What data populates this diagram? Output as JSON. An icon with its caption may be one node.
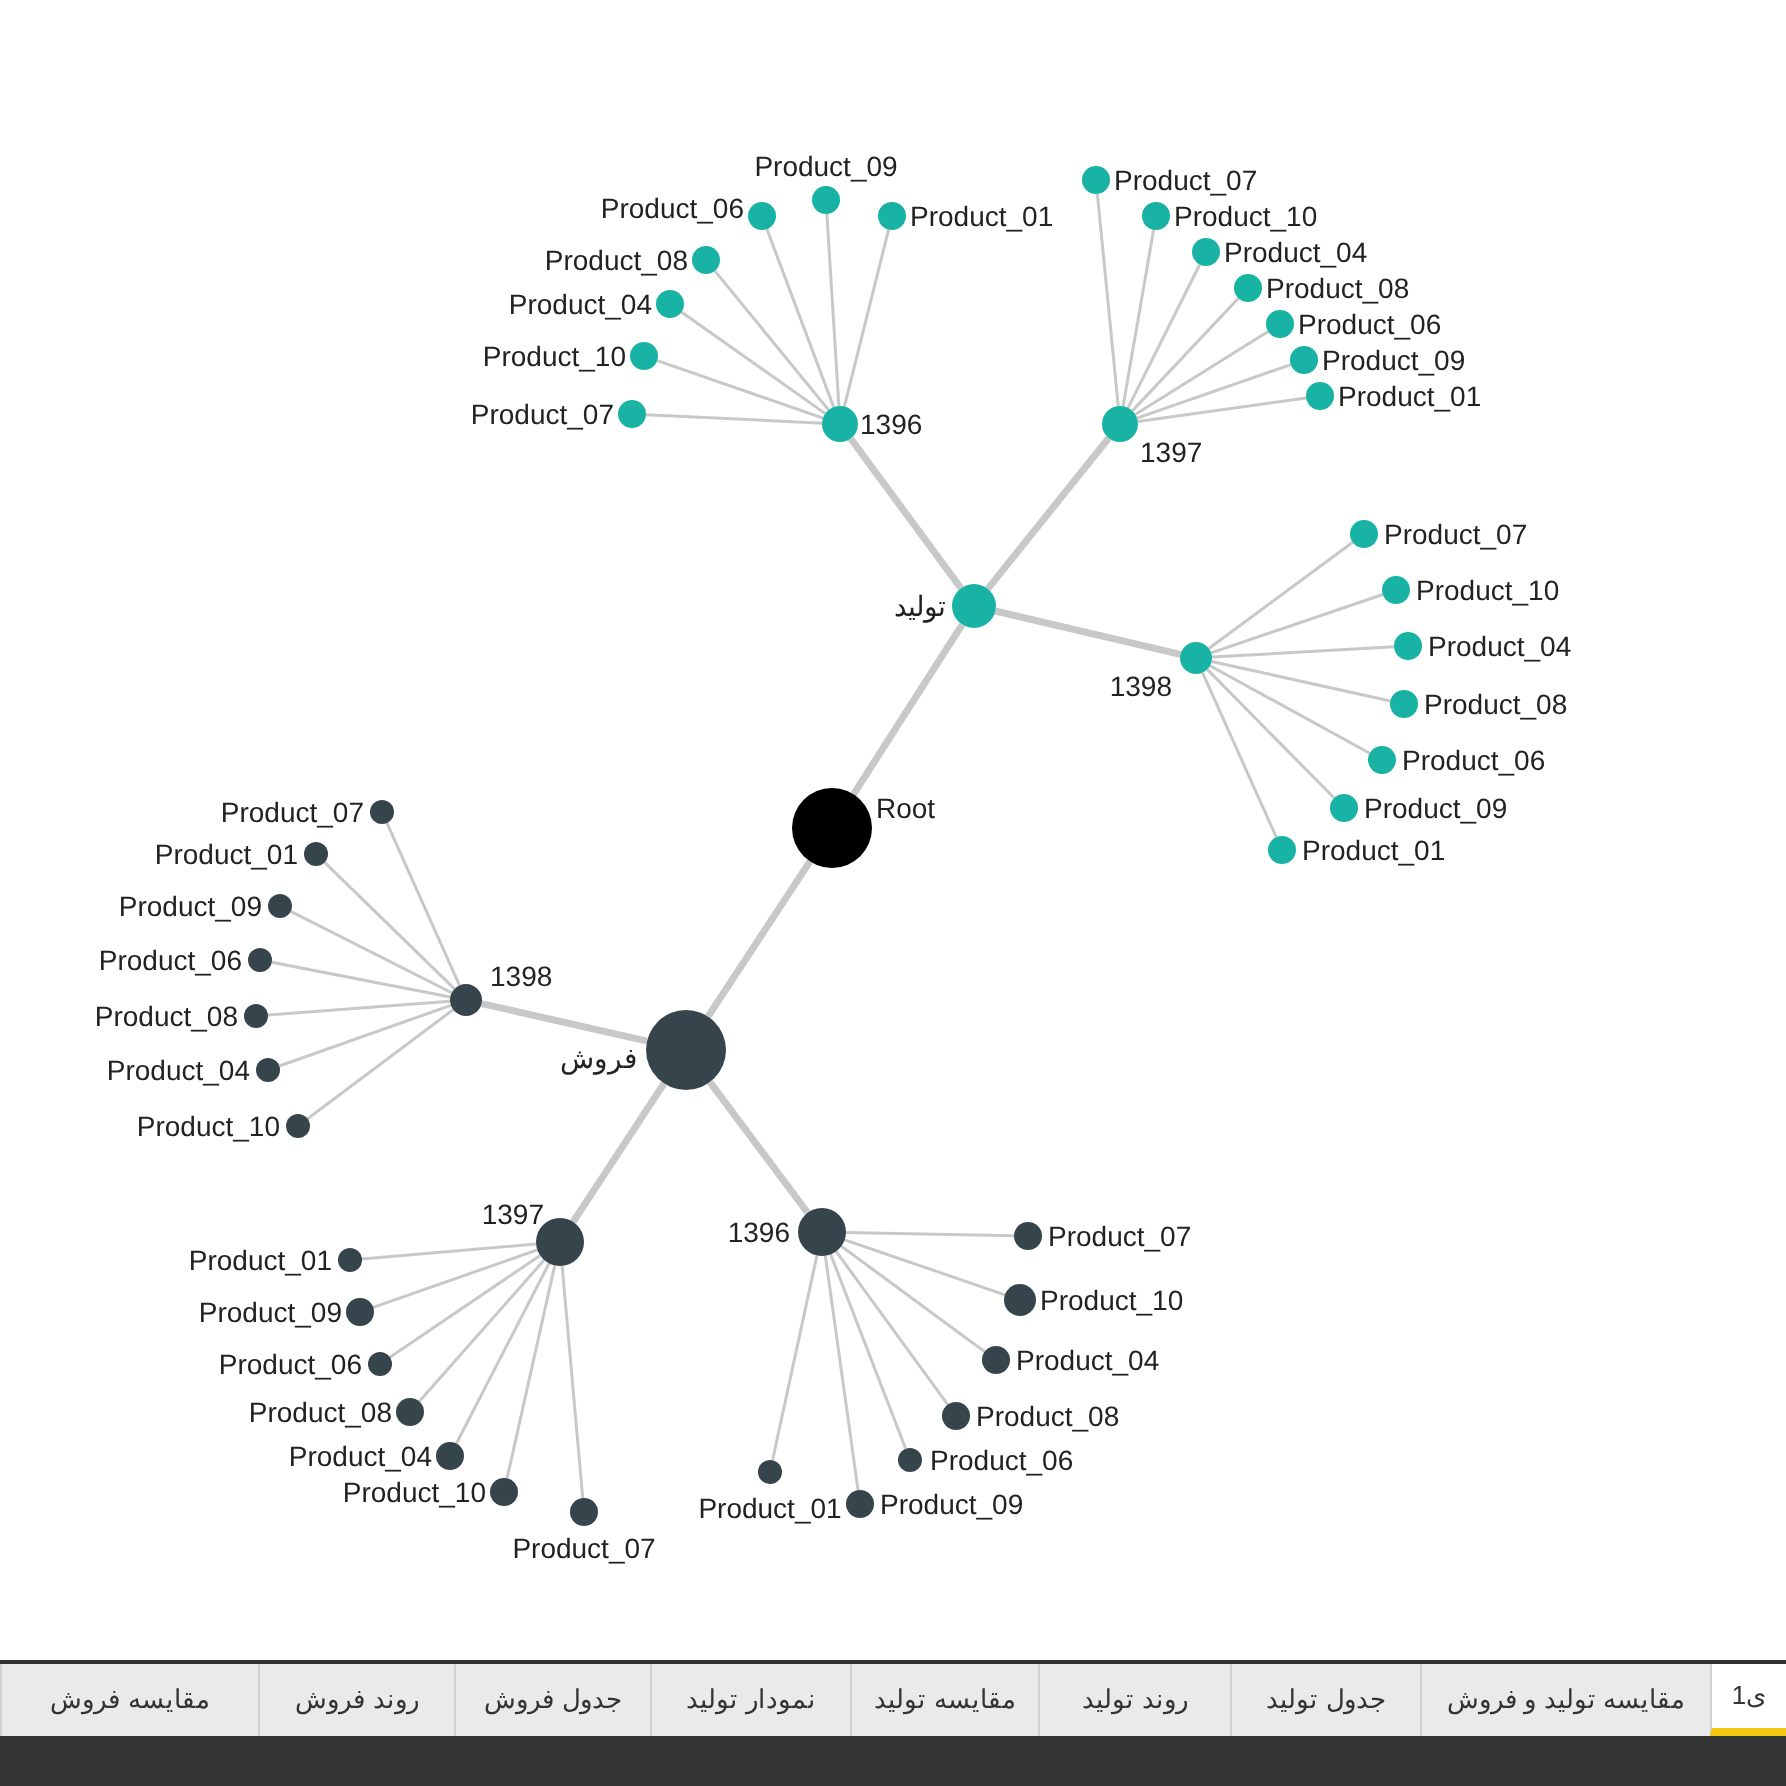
{
  "diagram": {
    "nodes": [
      {
        "text": [],
        "shape": "circle",
        "beside": [
          "Root"
        ]
      },
      {
        "text": [],
        "shape": "circle",
        "beside": [
          "تولید"
        ]
      },
      {
        "text": [],
        "shape": "circle",
        "beside": [
          "1396"
        ]
      },
      {
        "text": [],
        "shape": "circle",
        "beside": [
          "Product_07"
        ]
      },
      {
        "text": [],
        "shape": "circle",
        "beside": [
          "Product_10"
        ]
      },
      {
        "text": [],
        "shape": "circle",
        "beside": [
          "Product_04"
        ]
      },
      {
        "text": [],
        "shape": "circle",
        "beside": [
          "Product_08"
        ]
      },
      {
        "text": [],
        "shape": "circle",
        "beside": [
          "Product_06"
        ]
      },
      {
        "text": [],
        "shape": "circle",
        "beside": [
          "Product_09"
        ]
      },
      {
        "text": [],
        "shape": "circle",
        "beside": [
          "Product_01"
        ]
      },
      {
        "text": [],
        "shape": "circle",
        "beside": [
          "1397"
        ]
      },
      {
        "text": [],
        "shape": "circle",
        "beside": [
          "Product_07"
        ]
      },
      {
        "text": [],
        "shape": "circle",
        "beside": [
          "Product_10"
        ]
      },
      {
        "text": [],
        "shape": "circle",
        "beside": [
          "Product_04"
        ]
      },
      {
        "text": [],
        "shape": "circle",
        "beside": [
          "Product_08"
        ]
      },
      {
        "text": [],
        "shape": "circle",
        "beside": [
          "Product_06"
        ]
      },
      {
        "text": [],
        "shape": "circle",
        "beside": [
          "Product_09"
        ]
      },
      {
        "text": [],
        "shape": "circle",
        "beside": [
          "Product_01"
        ]
      },
      {
        "text": [],
        "shape": "circle",
        "beside": [
          "1398"
        ]
      },
      {
        "text": [],
        "shape": "circle",
        "beside": [
          "Product_07"
        ]
      },
      {
        "text": [],
        "shape": "circle",
        "beside": [
          "Product_10"
        ]
      },
      {
        "text": [],
        "shape": "circle",
        "beside": [
          "Product_04"
        ]
      },
      {
        "text": [],
        "shape": "circle",
        "beside": [
          "Product_08"
        ]
      },
      {
        "text": [],
        "shape": "circle",
        "beside": [
          "Product_06"
        ]
      },
      {
        "text": [],
        "shape": "circle",
        "beside": [
          "Product_09"
        ]
      },
      {
        "text": [],
        "shape": "circle",
        "beside": [
          "Product_01"
        ]
      },
      {
        "text": [],
        "shape": "circle",
        "beside": [
          "فروش"
        ]
      },
      {
        "text": [],
        "shape": "circle",
        "beside": [
          "1398"
        ]
      },
      {
        "text": [],
        "shape": "circle",
        "beside": [
          "Product_07"
        ]
      },
      {
        "text": [],
        "shape": "circle",
        "beside": [
          "Product_01"
        ]
      },
      {
        "text": [],
        "shape": "circle",
        "beside": [
          "Product_09"
        ]
      },
      {
        "text": [],
        "shape": "circle",
        "beside": [
          "Product_06"
        ]
      },
      {
        "text": [],
        "shape": "circle",
        "beside": [
          "Product_08"
        ]
      },
      {
        "text": [],
        "shape": "circle",
        "beside": [
          "Product_04"
        ]
      },
      {
        "text": [],
        "shape": "circle",
        "beside": [
          "Product_10"
        ]
      },
      {
        "text": [],
        "shape": "circle",
        "beside": [
          "1397"
        ]
      },
      {
        "text": [],
        "shape": "circle",
        "beside": [
          "Product_01"
        ]
      },
      {
        "text": [],
        "shape": "circle",
        "beside": [
          "Product_09"
        ]
      },
      {
        "text": [],
        "shape": "circle",
        "beside": [
          "Product_06"
        ]
      },
      {
        "text": [],
        "shape": "circle",
        "beside": [
          "Product_08"
        ]
      },
      {
        "text": [],
        "shape": "circle",
        "beside": [
          "Product_04"
        ]
      },
      {
        "text": [],
        "shape": "circle",
        "beside": [
          "Product_10"
        ]
      },
      {
        "text": [],
        "shape": "circle",
        "beside": [
          "Product_07"
        ]
      },
      {
        "text": [],
        "shape": "circle",
        "beside": [
          "1396"
        ]
      },
      {
        "text": [],
        "shape": "circle",
        "beside": [
          "Product_07"
        ]
      },
      {
        "text": [],
        "shape": "circle",
        "beside": [
          "Product_10"
        ]
      },
      {
        "text": [],
        "shape": "circle",
        "beside": [
          "Product_04"
        ]
      },
      {
        "text": [],
        "shape": "circle",
        "beside": [
          "Product_08"
        ]
      },
      {
        "text": [],
        "shape": "circle",
        "beside": [
          "Product_06"
        ]
      },
      {
        "text": [],
        "shape": "circle",
        "beside": [
          "Product_09"
        ]
      },
      {
        "text": [],
        "shape": "circle",
        "beside": [
          "Product_01"
        ]
      }
    ],
    "edges": [
      {
        "from": 0,
        "to": 1,
        "arrow": "none",
        "style": "thick"
      },
      {
        "from": 1,
        "to": 2,
        "arrow": "none",
        "style": "thick"
      },
      {
        "from": 2,
        "to": 3,
        "arrow": "none"
      },
      {
        "from": 2,
        "to": 4,
        "arrow": "none"
      },
      {
        "from": 2,
        "to": 5,
        "arrow": "none"
      },
      {
        "from": 2,
        "to": 6,
        "arrow": "none"
      },
      {
        "from": 2,
        "to": 7,
        "arrow": "none"
      },
      {
        "from": 2,
        "to": 8,
        "arrow": "none"
      },
      {
        "from": 2,
        "to": 9,
        "arrow": "none"
      },
      {
        "from": 1,
        "to": 10,
        "arrow": "none",
        "style": "thick"
      },
      {
        "from": 10,
        "to": 11,
        "arrow": "none"
      },
      {
        "from": 10,
        "to": 12,
        "arrow": "none"
      },
      {
        "from": 10,
        "to": 13,
        "arrow": "none"
      },
      {
        "from": 10,
        "to": 14,
        "arrow": "none"
      },
      {
        "from": 10,
        "to": 15,
        "arrow": "none"
      },
      {
        "from": 10,
        "to": 16,
        "arrow": "none"
      },
      {
        "from": 10,
        "to": 17,
        "arrow": "none"
      },
      {
        "from": 1,
        "to": 18,
        "arrow": "none",
        "style": "thick"
      },
      {
        "from": 18,
        "to": 19,
        "arrow": "none"
      },
      {
        "from": 18,
        "to": 20,
        "arrow": "none"
      },
      {
        "from": 18,
        "to": 21,
        "arrow": "none"
      },
      {
        "from": 18,
        "to": 22,
        "arrow": "none"
      },
      {
        "from": 18,
        "to": 23,
        "arrow": "none"
      },
      {
        "from": 18,
        "to": 24,
        "arrow": "none"
      },
      {
        "from": 18,
        "to": 25,
        "arrow": "none"
      },
      {
        "from": 0,
        "to": 26,
        "arrow": "none",
        "style": "thick"
      },
      {
        "from": 26,
        "to": 27,
        "arrow": "none",
        "style": "thick"
      },
      {
        "from": 27,
        "to": 28,
        "arrow": "none"
      },
      {
        "from": 27,
        "to": 29,
        "arrow": "none"
      },
      {
        "from": 27,
        "to": 30,
        "arrow": "none"
      },
      {
        "from": 27,
        "to": 31,
        "arrow": "none"
      },
      {
        "from": 27,
        "to": 32,
        "arrow": "none"
      },
      {
        "from": 27,
        "to": 33,
        "arrow": "none"
      },
      {
        "from": 27,
        "to": 34,
        "arrow": "none"
      },
      {
        "from": 26,
        "to": 35,
        "arrow": "none",
        "style": "thick"
      },
      {
        "from": 35,
        "to": 36,
        "arrow": "none"
      },
      {
        "from": 35,
        "to": 37,
        "arrow": "none"
      },
      {
        "from": 35,
        "to": 38,
        "arrow": "none"
      },
      {
        "from": 35,
        "to": 39,
        "arrow": "none"
      },
      {
        "from": 35,
        "to": 40,
        "arrow": "none"
      },
      {
        "from": 35,
        "to": 41,
        "arrow": "none"
      },
      {
        "from": 35,
        "to": 42,
        "arrow": "none"
      },
      {
        "from": 26,
        "to": 43,
        "arrow": "none",
        "style": "thick"
      },
      {
        "from": 43,
        "to": 44,
        "arrow": "none"
      },
      {
        "from": 43,
        "to": 45,
        "arrow": "none"
      },
      {
        "from": 43,
        "to": 46,
        "arrow": "none"
      },
      {
        "from": 43,
        "to": 47,
        "arrow": "none"
      },
      {
        "from": 43,
        "to": 48,
        "arrow": "none"
      },
      {
        "from": 43,
        "to": 49,
        "arrow": "none"
      },
      {
        "from": 43,
        "to": 50,
        "arrow": "none"
      }
    ],
    "labels": [
      "ی1",
      "مقایسه تولید و فروش",
      "جدول تولید",
      "روند تولید",
      "مقایسه تولید",
      "نمودار تولید",
      "جدول فروش",
      "روند فروش",
      "مقایسه فروش"
    ]
  }
}
